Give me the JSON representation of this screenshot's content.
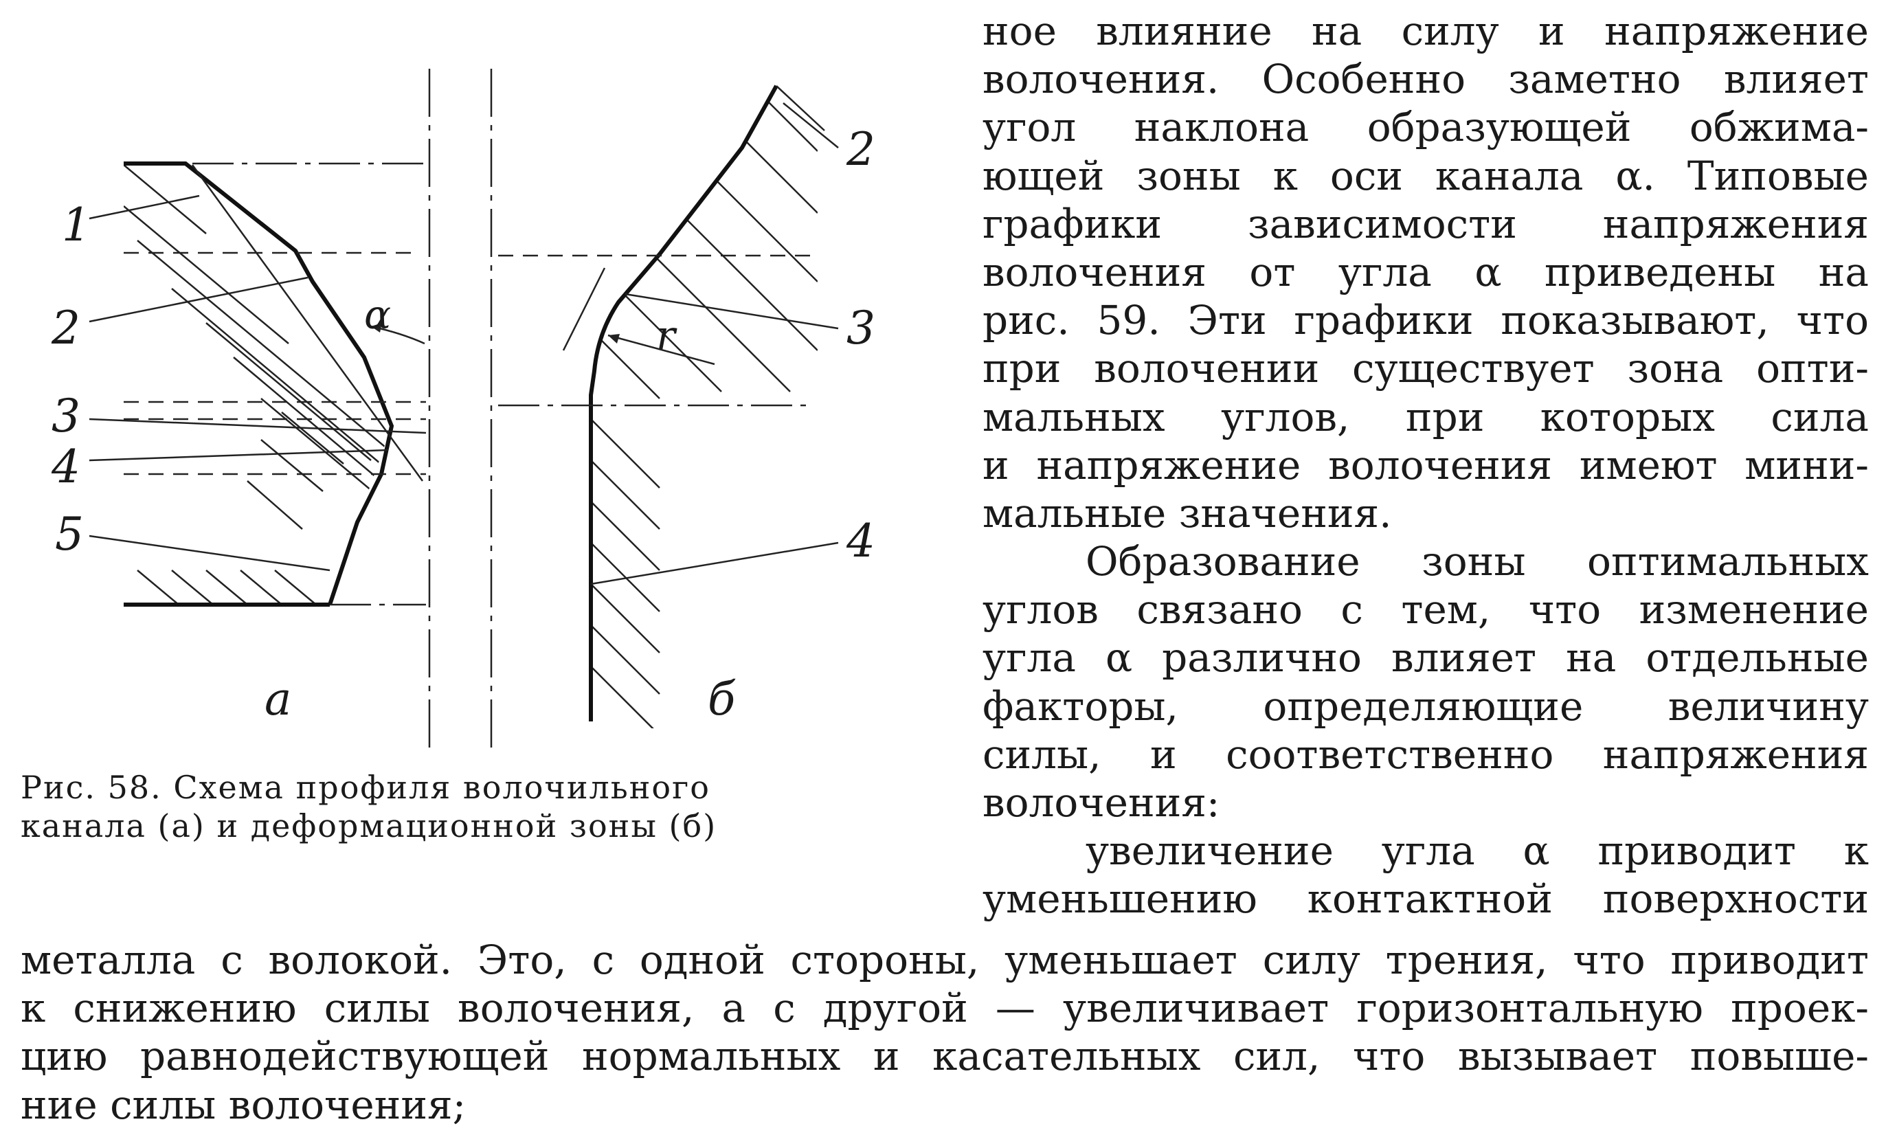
{
  "figure": {
    "labels_a": [
      "1",
      "2",
      "3",
      "4",
      "5"
    ],
    "labels_b": [
      "2",
      "3",
      "4"
    ],
    "alpha_symbol": "α",
    "r_symbol": "r",
    "sub_a": "а",
    "sub_b": "б"
  },
  "caption": {
    "line1": "Рис. 58. Схема профиля волочильного",
    "line2": "канала (а) и деформационной зоны (б)"
  },
  "column_text": [
    "ное влияние на силу и напряжение",
    "волочения. Особенно заметно влияет",
    "угол наклона образующей обжима-",
    "ющей зоны к оси канала α. Типовые",
    "графики зависимости напряжения",
    "волочения от угла α приведены на",
    "рис. 59. Эти графики показывают, что",
    "при волочении существует зона опти-",
    "мальных углов, при которых сила",
    "и напряжение волочения имеют мини-",
    "мальные значения.",
    "Образование зоны оптимальных",
    "углов связано с тем, что изменение",
    "угла α различно влияет на отдельные",
    "факторы, определяющие величину",
    "силы, и соответственно напряжения",
    "волочения:",
    "увеличение угла α приводит к",
    "уменьшению контактной поверхности"
  ],
  "bottom_text": [
    "металла с волокой. Это, с одной стороны, уменьшает силу трения, что приводит",
    "к снижению силы волочения, а с другой — увеличивает горизонтальную проек-",
    "цию равнодействующей нормальных и касательных сил, что вызывает повыше-",
    "ние силы волочения;"
  ]
}
